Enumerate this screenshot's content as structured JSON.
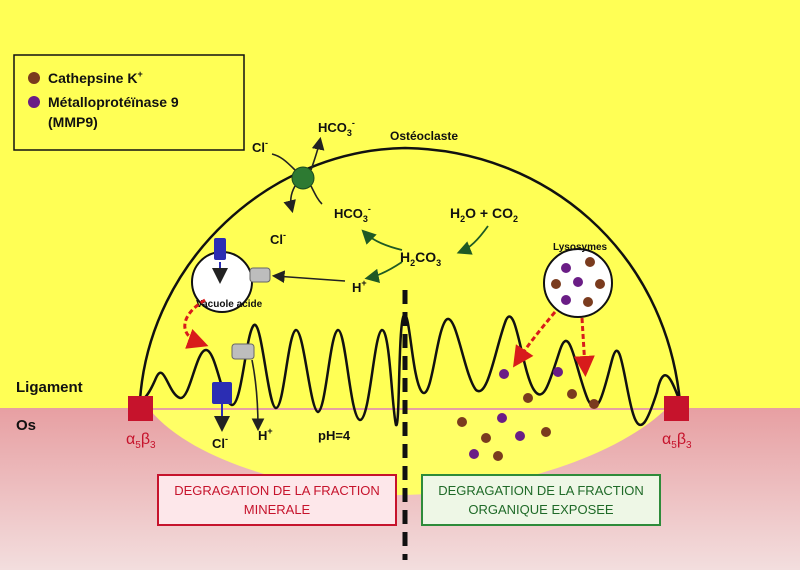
{
  "legend": {
    "items": [
      {
        "label": "Cathepsine K",
        "sup": "+",
        "color": "#7a3b1e"
      },
      {
        "label": "Métalloprotéïnase 9",
        "label2": "(MMP9)",
        "color": "#6a1d86"
      }
    ]
  },
  "labels": {
    "osteoclast": "Ostéoclaste",
    "ligament": "Ligament",
    "os": "Os",
    "integrin": "α",
    "integrin_sub1": "5",
    "integrin_mid": "β",
    "integrin_sub2": "3",
    "cl": "Cl",
    "cl_sup": "-",
    "hco3": "HCO",
    "hco3_sub": "3",
    "hco3_sup": "-",
    "h2o_co2": "H",
    "h2o_sub": "2",
    "h2o_rest": "O + CO",
    "co2_sub": "2",
    "h2co3_a": "H",
    "h2co3_sub1": "2",
    "h2co3_b": "CO",
    "h2co3_sub2": "3",
    "h": "H",
    "h_sup": "+",
    "vacuole": "Vacuole acide",
    "lysosymes": "Lysosymes",
    "ph": "pH=4"
  },
  "boxes": {
    "mineral_line1": "DEGRAGATION DE LA FRACTION",
    "mineral_line2": "MINERALE",
    "organic_line1": "DEGRAGATION DE LA FRACTION",
    "organic_line2": "ORGANIQUE EXPOSEE"
  },
  "colors": {
    "background": "#ffff55",
    "bone": "#e8a9a9",
    "integrin": "#c6132c",
    "mineral_box": "#c6132c",
    "organic_box": "#2e8b3a",
    "pump_blue": "#2b2db3",
    "exchanger_green": "#2d7a32",
    "arrow_red": "#d81b1b",
    "cathepsin": "#7a3b1e",
    "mmp9": "#6a1d86"
  }
}
